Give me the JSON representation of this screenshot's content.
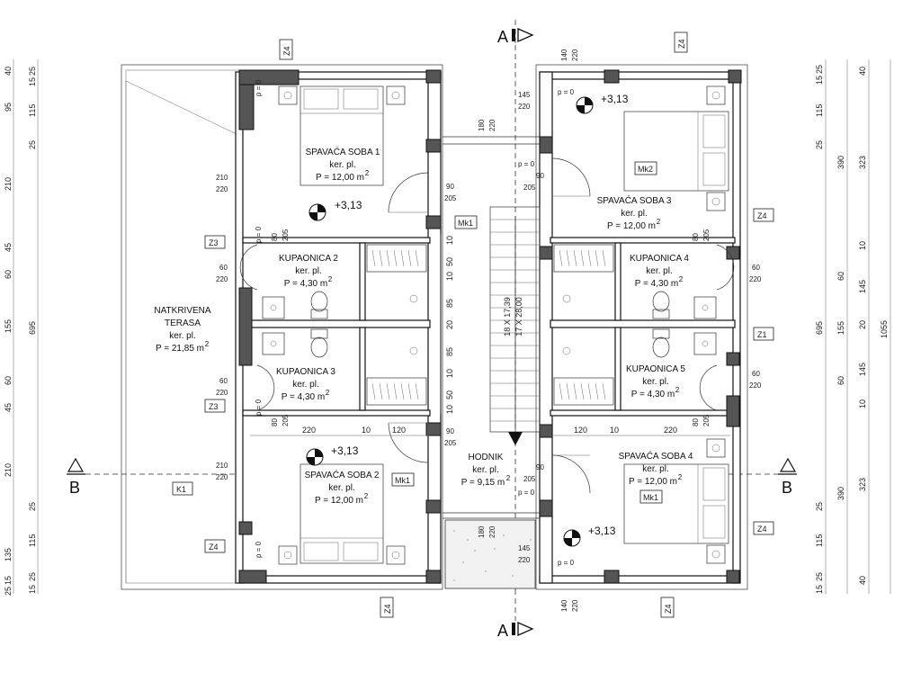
{
  "section_marks": {
    "a": "A",
    "b": "B"
  },
  "rooms": {
    "spavaca1": {
      "name": "SPAVAĆA SOBA 1",
      "floor": "ker. pl.",
      "area": "P = 12,00 m",
      "sup": "2"
    },
    "spavaca2": {
      "name": "SPAVAĆA SOBA 2",
      "floor": "ker. pl.",
      "area": "P = 12,00 m",
      "sup": "2"
    },
    "spavaca3": {
      "name": "SPAVAĆA SOBA 3",
      "floor": "ker. pl.",
      "area": "P = 12,00 m",
      "sup": "2"
    },
    "spavaca4": {
      "name": "SPAVAĆA SOBA 4",
      "floor": "ker. pl.",
      "area": "P = 12,00 m",
      "sup": "2"
    },
    "kupaonica2": {
      "name": "KUPAONICA 2",
      "floor": "ker. pl.",
      "area": "P = 4,30 m",
      "sup": "2"
    },
    "kupaonica3": {
      "name": "KUPAONICA 3",
      "floor": "ker. pl.",
      "area": "P = 4,30 m",
      "sup": "2"
    },
    "kupaonica4": {
      "name": "KUPAONICA 4",
      "floor": "ker. pl.",
      "area": "P = 4,30 m",
      "sup": "2"
    },
    "kupaonica5": {
      "name": "KUPAONICA 5",
      "floor": "ker. pl.",
      "area": "P = 4,30 m",
      "sup": "2"
    },
    "terasa": {
      "name1": "NATKRIVENA",
      "name2": "TERASA",
      "floor": "ker. pl.",
      "area": "P = 21,85 m",
      "sup": "2"
    },
    "hodnik": {
      "name": "HODNIK",
      "floor": "ker. pl.",
      "area": "P = 9,15 m",
      "sup": "2"
    }
  },
  "levels": {
    "l1": "+3,13",
    "l2": "+3,13",
    "l3": "+3,13",
    "l4": "+3,13"
  },
  "stairs": {
    "line1": "18 X 17,39",
    "line2": "17 X 28,00"
  },
  "tags": {
    "z4": "Z4",
    "z3": "Z3",
    "z1": "Z1",
    "k1": "K1",
    "mk1": "Mk1",
    "mk2": "Mk2",
    "p0": "p = 0"
  },
  "window_dims": {
    "w210_220": [
      "210",
      "220"
    ],
    "w60_220": [
      "60",
      "220"
    ],
    "w80_205": [
      "80",
      "205"
    ],
    "w90_205": [
      "90",
      "205"
    ],
    "w180_220": [
      "180",
      "220"
    ],
    "w145_220": [
      "145",
      "220"
    ],
    "w140_220": [
      "140",
      "220"
    ]
  },
  "left_dims": {
    "outer": [
      "40",
      "95",
      "210",
      "45",
      "60",
      "155",
      "60",
      "45",
      "210",
      "135",
      "15",
      "25"
    ],
    "inner": [
      "25",
      "15",
      "115",
      "25",
      "695",
      "25",
      "115",
      "25",
      "15"
    ]
  },
  "right_dims": {
    "c1": [
      "25",
      "15",
      "115",
      "25",
      "695",
      "25",
      "115",
      "25",
      "15"
    ],
    "c2": [
      "390",
      "60",
      "145",
      "20",
      "155",
      "60",
      "145",
      "390"
    ],
    "c3": [
      "40",
      "323",
      "10",
      "10",
      "323",
      "40"
    ],
    "c4": [
      "1055"
    ]
  },
  "corridor_dims": [
    "10",
    "50",
    "10",
    "85",
    "20",
    "85",
    "10",
    "50",
    "10"
  ],
  "horiz_dims": {
    "left": [
      "220",
      "10",
      "120"
    ],
    "right": [
      "120",
      "10",
      "220"
    ]
  }
}
